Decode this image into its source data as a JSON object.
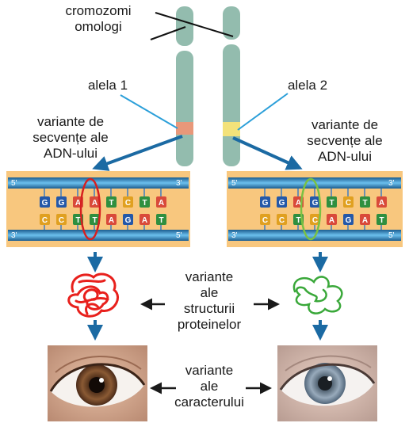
{
  "labels": {
    "homologous_chromosomes": [
      "cromozomi",
      "omologi"
    ],
    "allele1": "alela 1",
    "allele2": "alela 2",
    "dna_variants_left": [
      "variante de",
      "secvențe ale",
      "ADN-ului"
    ],
    "dna_variants_right": [
      "variante de",
      "secvențe ale",
      "ADN-ului"
    ],
    "protein_variants": [
      "variante",
      "ale",
      "structurii",
      "proteinelor"
    ],
    "trait_variants": [
      "variante",
      "ale",
      "caracterului"
    ]
  },
  "dna_left": {
    "top_strand": [
      "G",
      "G",
      "A",
      "A",
      "T",
      "C",
      "T",
      "A"
    ],
    "bottom_strand": [
      "C",
      "C",
      "T",
      "T",
      "A",
      "G",
      "A",
      "T"
    ],
    "end_top_left": "5'",
    "end_top_right": "3'",
    "end_bottom_left": "3'",
    "end_bottom_right": "5'"
  },
  "dna_right": {
    "top_strand": [
      "G",
      "G",
      "A",
      "G",
      "T",
      "C",
      "T",
      "A"
    ],
    "bottom_strand": [
      "C",
      "C",
      "T",
      "C",
      "A",
      "G",
      "A",
      "T"
    ],
    "end_top_left": "5'",
    "end_top_right": "3'",
    "end_bottom_left": "3'",
    "end_bottom_right": "5'"
  },
  "colors": {
    "chromosome": "#93bcae",
    "allele1_band": "#e8987a",
    "allele2_band": "#f3e27a",
    "pointer_line": "#2b9fd9",
    "arrow_blue": "#1b6aa3",
    "panel_bg": "#f8c77e",
    "strand": "#3a90c8",
    "base_A": "#d94a3a",
    "base_T": "#2f8f3f",
    "base_G": "#2458a8",
    "base_C": "#e0a020",
    "highlight_left": "#d62020",
    "highlight_right": "#7ac143",
    "protein_left": "#e8201c",
    "protein_right": "#3aa83a",
    "eye_brown": "#7a4a2a",
    "eye_gray": "#7f95a8"
  }
}
